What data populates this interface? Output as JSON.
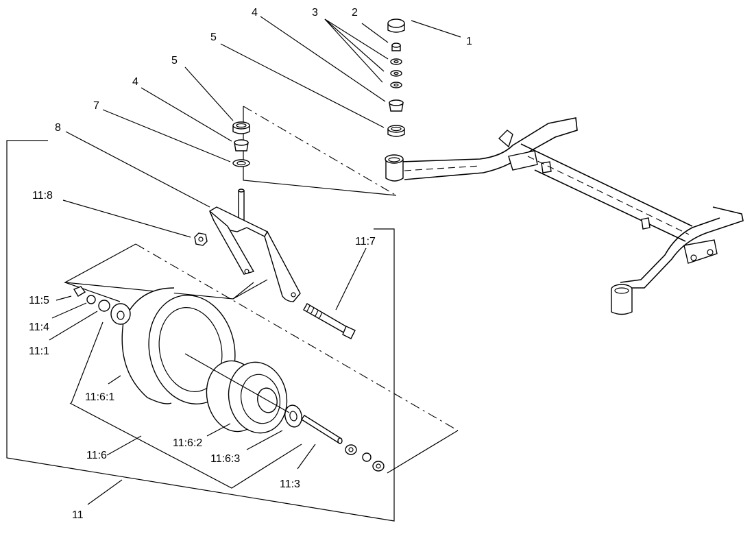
{
  "diagram": {
    "callouts": [
      {
        "id": "c1",
        "text": "1"
      },
      {
        "id": "c2",
        "text": "2"
      },
      {
        "id": "c3",
        "text": "3"
      },
      {
        "id": "c4a",
        "text": "4"
      },
      {
        "id": "c5a",
        "text": "5"
      },
      {
        "id": "c5b",
        "text": "5"
      },
      {
        "id": "c4b",
        "text": "4"
      },
      {
        "id": "c7",
        "text": "7"
      },
      {
        "id": "c8",
        "text": "8"
      },
      {
        "id": "c118",
        "text": "11:8"
      },
      {
        "id": "c117",
        "text": "11:7"
      },
      {
        "id": "c115",
        "text": "11:5"
      },
      {
        "id": "c114",
        "text": "11:4"
      },
      {
        "id": "c111",
        "text": "11:1"
      },
      {
        "id": "c1161",
        "text": "11:6:1"
      },
      {
        "id": "c1162",
        "text": "11:6:2"
      },
      {
        "id": "c1163",
        "text": "11:6:3"
      },
      {
        "id": "c116",
        "text": "11:6"
      },
      {
        "id": "c113",
        "text": "11:3"
      },
      {
        "id": "c11",
        "text": "11"
      }
    ]
  }
}
